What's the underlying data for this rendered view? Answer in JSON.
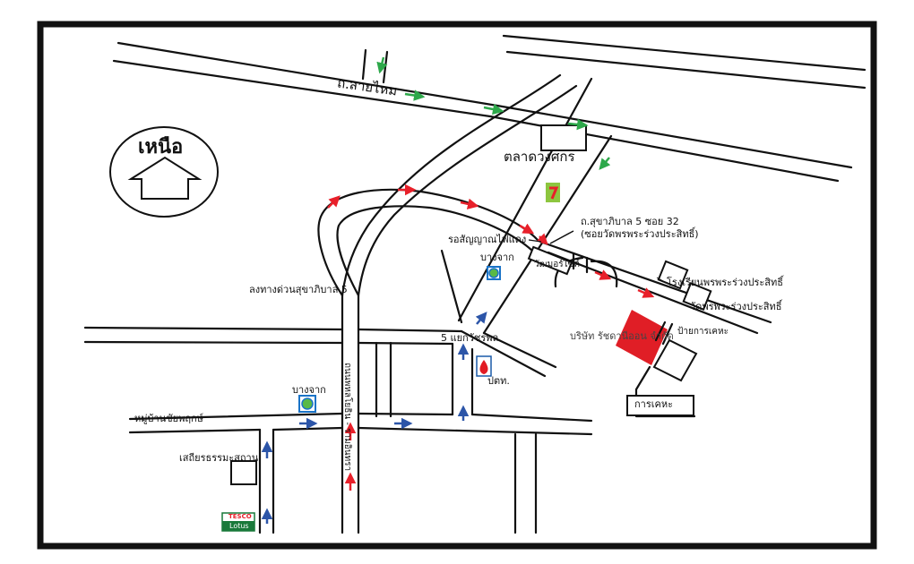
{
  "compass": {
    "label": "เหนือ"
  },
  "roads": {
    "sai_mai": "ถ.สายไหม",
    "sukhaphiban5_soi32": "ถ.สุขาภิบาล 5 ซอย 32",
    "soi_wat": "(ซอยวัดพรพระร่วงประสิทธิ์)",
    "expressway_exit": "ลงทางด่วนสุขาภิบาล 5",
    "vertical_road": "ถนนพหลโยธิน - รามอินทรา",
    "five_intersection": "5 แยกวัชรพล",
    "village": "หมู่บ้านชัยพฤกษ์"
  },
  "places": {
    "market": "ตลาดวงศกร",
    "traffic_light_wait": "รอสัญญาณไฟแดง",
    "bangchak_1": "บางจาก",
    "bangchak_2": "บางจาก",
    "ptt": "ปตท.",
    "temple_school": "โรงเรียนพรพระร่วงประสิทธิ์",
    "temple": "วัดพรพระร่วงประสิทธิ์",
    "company": "บริษัท รัชดานีออน จำกัด",
    "bus_stop": "ป้ายการเคหะ",
    "housing": "การเคหะ",
    "small_shop": "วัฒมอร์ไซค์",
    "tesco_top": "TESCO",
    "tesco_bottom": "Lotus",
    "sathan": "เสถียรธรรมะสถาน"
  },
  "colors": {
    "route_arrow": "#e8202a",
    "inbound_arrow": "#2c55a8",
    "green_arrow": "#2da84a",
    "company_fill": "#e01e26",
    "bangchak_blue": "#1a73c7",
    "bangchak_green": "#59b947",
    "seven_eleven": "#8dc63f",
    "ptt_red": "#e21b23",
    "ptt_blue": "#1a5aa8",
    "tesco_green": "#19793a"
  }
}
